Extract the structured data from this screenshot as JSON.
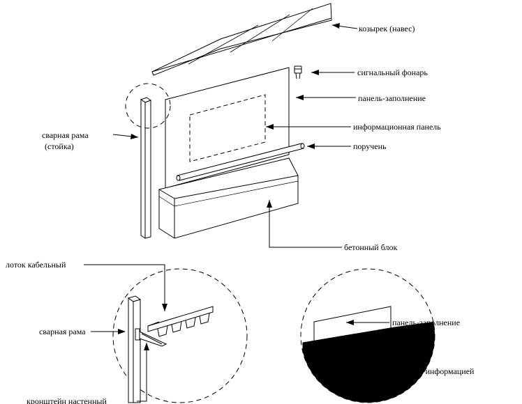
{
  "labels": {
    "canopy": "козырек (навес)",
    "signal_light": "сигнальный фонарь",
    "fill_panel": "панель-заполнение",
    "welded_frame_post": "сварная рама",
    "welded_frame_post_sub": "(стойка)",
    "info_panel": "информационная панель",
    "handrail": "поручень",
    "concrete_block": "бетонный блок",
    "cable_tray": "лоток кабельный",
    "welded_frame": "сварная рама",
    "wall_bracket": "кронштейн настенный",
    "fill_panel_detail": "панель-заполнение",
    "info_module": "модуль с информацией"
  },
  "colors": {
    "ink": "#000000",
    "paper": "#ffffff"
  }
}
